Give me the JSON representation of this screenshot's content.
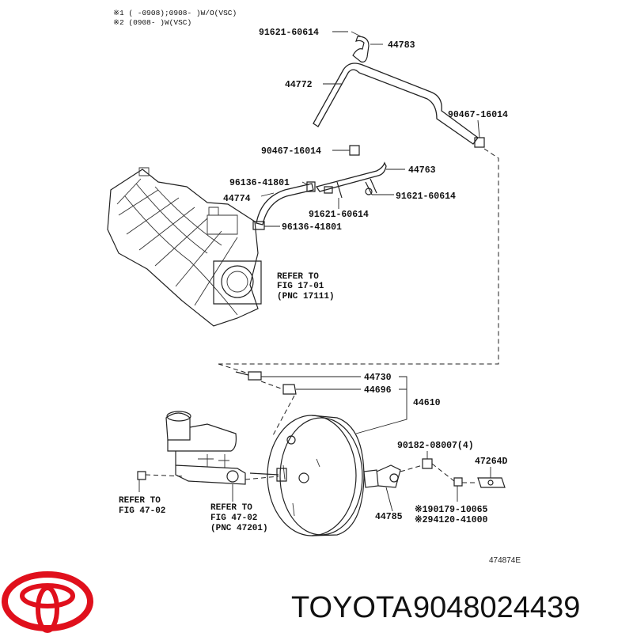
{
  "notes": {
    "note1": "※1 (     -0908);0908-     )W/O(VSC)",
    "note2": "※2 (0908-     )W(VSC)"
  },
  "parts": {
    "p_91621_top": "91621-60614",
    "p_44783": "44783",
    "p_44772": "44772",
    "p_90467_right": "90467-16014",
    "p_90467_left": "90467-16014",
    "p_44763": "44763",
    "p_96136_top": "96136-41801",
    "p_91621_mid": "91621-60614",
    "p_44774": "44774",
    "p_91621_low": "91621-60614",
    "p_96136_low": "96136-41801",
    "p_44730": "44730",
    "p_44696": "44696",
    "p_44610": "44610",
    "p_90182": "90182-08007(4)",
    "p_47264d": "47264D",
    "p_44785": "44785",
    "p_90179": "※190179-10065",
    "p_94120": "※294120-41000"
  },
  "refs": {
    "ref1_l1": "REFER TO",
    "ref1_l2": "FIG 17-01",
    "ref1_l3": "(PNC 17111)",
    "ref2_l1": "REFER TO",
    "ref2_l2": "FIG 47-02",
    "ref3_l1": "REFER TO",
    "ref3_l2": "FIG 47-02",
    "ref3_l3": "(PNC 47201)"
  },
  "drawing_code": "474874E",
  "footer": {
    "brand": "TOYOTA",
    "part_number": "9048024439",
    "logo_color": "#e0101c"
  }
}
